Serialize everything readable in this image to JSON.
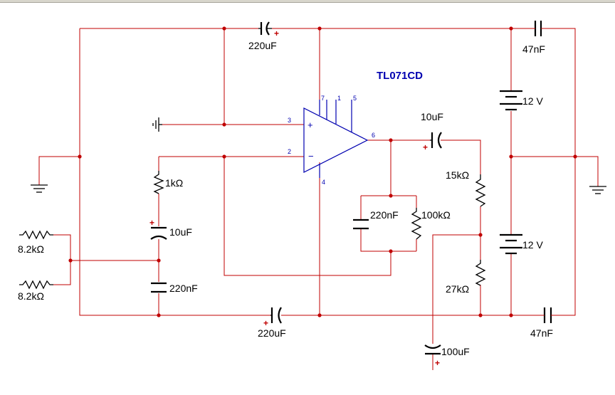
{
  "opamp": {
    "part": "TL071CD",
    "pins": {
      "p7": "7",
      "p1": "1",
      "p5": "5",
      "p3": "3",
      "p2": "2",
      "p6": "6",
      "p4": "4"
    },
    "plus_sign": "+",
    "minus_sign": "−"
  },
  "components": {
    "c_top": "220uF",
    "c_top_right": "47nF",
    "c_out": "10uF",
    "r_15k": "15kΩ",
    "batt_top": "12 V",
    "batt_bottom": "12 V",
    "r_1k": "1kΩ",
    "c_10u_left": "10uF",
    "c_220n_left": "220nF",
    "c_fb": "220nF",
    "r_fb": "100kΩ",
    "r_in1": "8.2kΩ",
    "r_in2": "8.2kΩ",
    "r_27k": "27kΩ",
    "c_bottom": "220uF",
    "c_bottom_right": "47nF",
    "c_100u": "100uF"
  },
  "polarity_mark": "+",
  "colors": {
    "wire": "#c00000",
    "opamp": "#0000b0",
    "component": "#000000",
    "background": "#ffffff"
  }
}
